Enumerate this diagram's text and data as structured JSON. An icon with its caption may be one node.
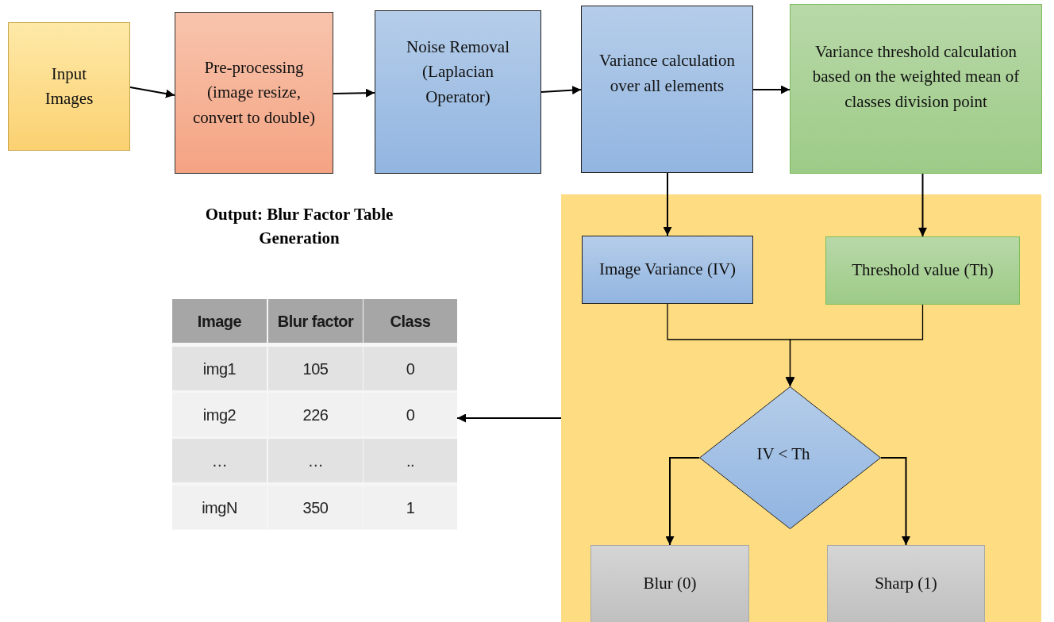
{
  "diagram": {
    "nodes": [
      {
        "text": [
          "Input Images"
        ]
      },
      {
        "text": [
          "Pre-processing (image resize, convert to double)"
        ]
      },
      {
        "text": [
          "Noise Removal (Laplacian Operator)"
        ]
      },
      {
        "text": [
          "Variance calculation over all elements"
        ]
      },
      {
        "text": [
          "Variance threshold calculation based on the weighted mean of classes division point"
        ]
      },
      {
        "text": [],
        "shape": "box"
      },
      {
        "text": [
          "Image Variance (IV)"
        ],
        "in": 5
      },
      {
        "text": [
          "Threshold value (Th)"
        ],
        "in": 5
      },
      {
        "text": [
          "IV < Th"
        ],
        "in": 5
      },
      {
        "text": [
          "Blur (0)"
        ],
        "in": 5
      },
      {
        "text": [
          "Sharp (1)"
        ],
        "in": 5
      },
      {
        "text": [],
        "shape": "box"
      }
    ],
    "edges": [
      {
        "from": 0,
        "to": 1,
        "arrow": "to"
      },
      {
        "from": 1,
        "to": 2,
        "arrow": "to"
      },
      {
        "from": 2,
        "to": 3,
        "arrow": "to"
      },
      {
        "from": 3,
        "to": 4,
        "arrow": "to"
      },
      {
        "from": 3,
        "to": 6,
        "arrow": "to"
      },
      {
        "from": 4,
        "to": 7,
        "arrow": "to"
      },
      {
        "from": 6,
        "to": 8,
        "arrow": "to"
      },
      {
        "from": 7,
        "to": 8,
        "arrow": "to"
      },
      {
        "from": 8,
        "to": 9,
        "arrow": "to"
      },
      {
        "from": 8,
        "to": 10,
        "arrow": "to"
      },
      {
        "from": 5,
        "to": 11,
        "arrow": "to"
      }
    ],
    "labels": [
      "Output: Blur Factor Table Generation",
      "Image",
      "Blur factor",
      "Class",
      "img1",
      "105",
      "0",
      "img2",
      "226",
      "0",
      "…",
      "…",
      "..",
      "imgN",
      "350",
      "1"
    ]
  }
}
